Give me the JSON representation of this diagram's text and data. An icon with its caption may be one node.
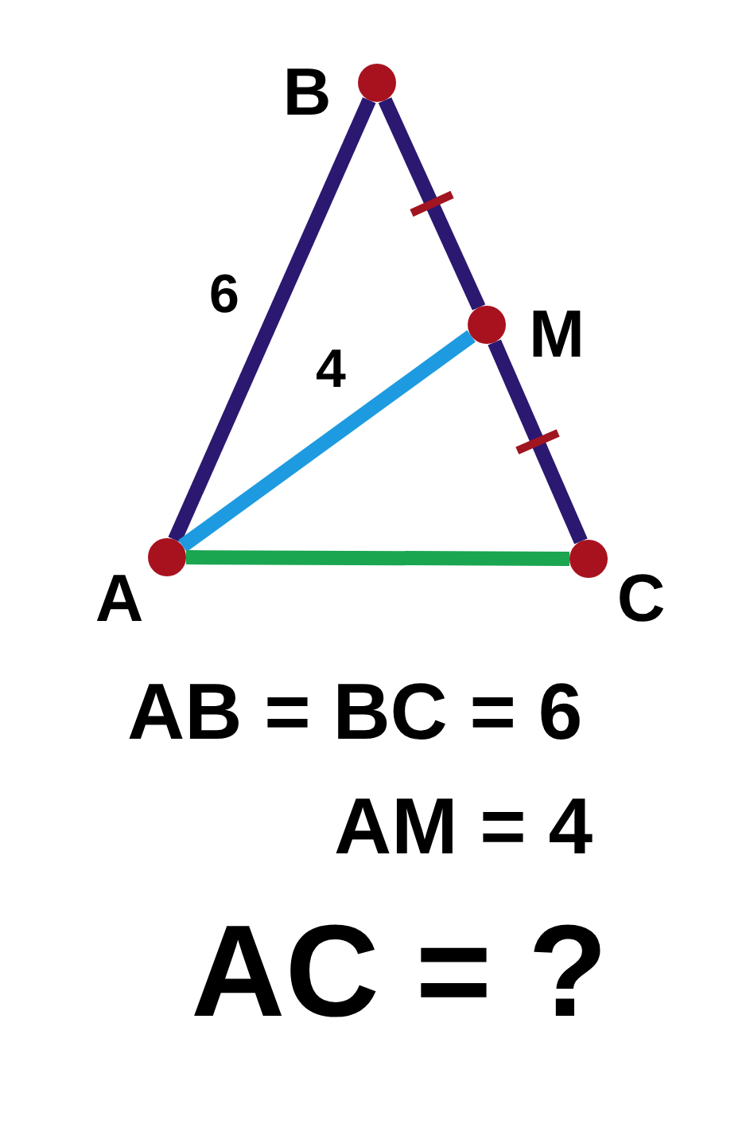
{
  "diagram": {
    "nodes": [
      {
        "text": [],
        "shape": "circle",
        "beside": [
          "B"
        ]
      },
      {
        "text": [],
        "shape": "circle",
        "beside": [
          "M"
        ]
      },
      {
        "text": [],
        "shape": "circle",
        "beside": [
          "A"
        ]
      },
      {
        "text": [],
        "shape": "circle",
        "beside": [
          "C"
        ]
      }
    ],
    "edges": [
      {
        "from": 2,
        "to": 0,
        "arrow": "none",
        "label": "6"
      },
      {
        "from": 0,
        "to": 1,
        "arrow": "none"
      },
      {
        "from": 1,
        "to": 3,
        "arrow": "none"
      },
      {
        "from": 2,
        "to": 1,
        "arrow": "none",
        "label": "4",
        "color": "#1e9be0"
      },
      {
        "from": 2,
        "to": 3,
        "arrow": "none",
        "color": "#1aa551"
      }
    ],
    "labels": [
      "AB = BC = 6",
      "AM = 4",
      "AC = ?"
    ]
  }
}
